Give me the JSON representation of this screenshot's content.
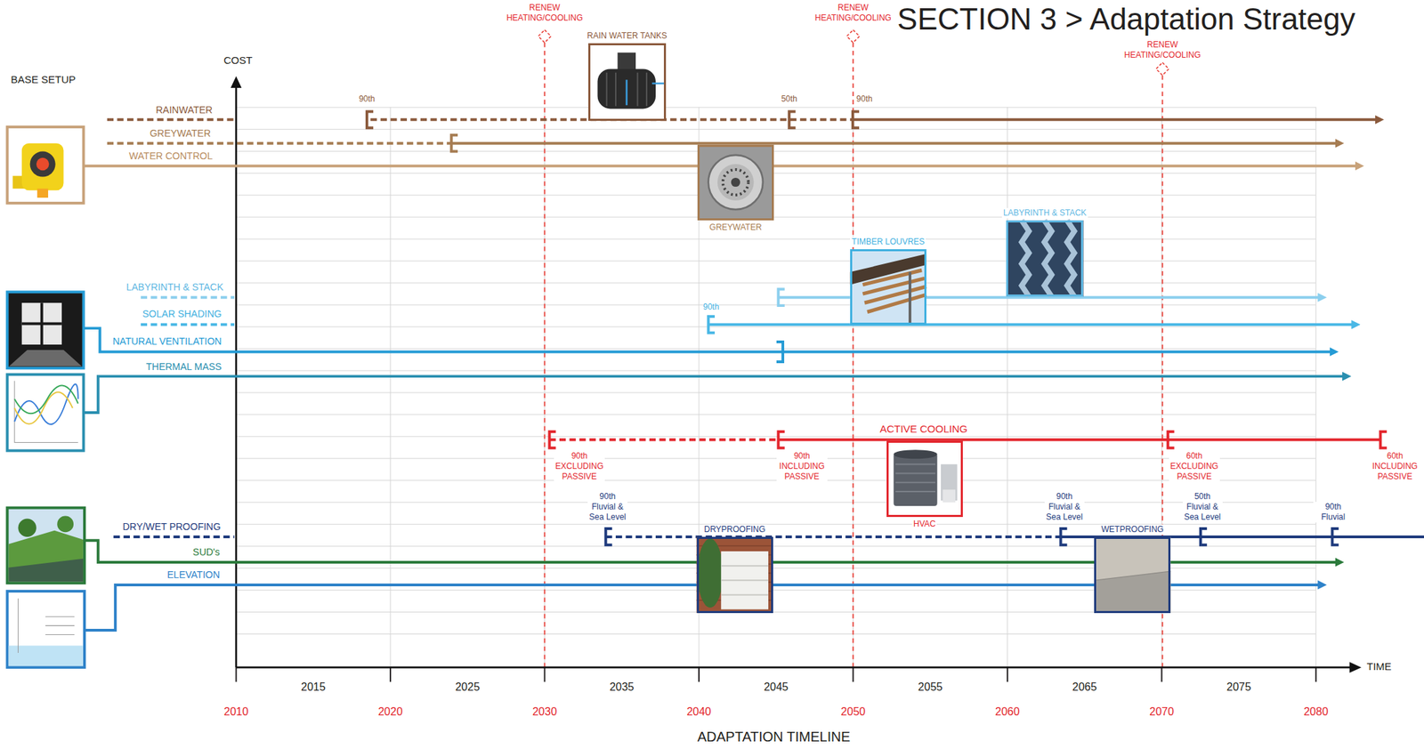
{
  "diagram": {
    "title": "SECTION 3 > Adaptation Strategy",
    "nodes": [
      {
        "text": [
          "RAIN WATER TANKS"
        ]
      },
      {
        "text": [
          "GREYWATER"
        ]
      },
      {
        "text": [
          "TIMBER LOUVRES"
        ]
      },
      {
        "text": [
          "LABYRINTH & STACK"
        ]
      },
      {
        "text": [
          "HVAC"
        ]
      },
      {
        "text": [
          "DRYPROOFING"
        ]
      },
      {
        "text": [
          "WETPROOFING"
        ]
      }
    ],
    "labels": [
      "BASE SETUP",
      "COST",
      "RENEW HEATING/COOLING",
      "RENEW HEATING/COOLING",
      "RENEW HEATING/COOLING",
      "RAINWATER",
      "GREYWATER",
      "WATER CONTROL",
      "90th",
      "50th",
      "90th",
      "LABYRINTH & STACK",
      "SOLAR SHADING",
      "NATURAL VENTILATION",
      "THERMAL MASS",
      "90th",
      "ACTIVE COOLING",
      "90th EXCLUDING PASSIVE",
      "90th INCLUDING PASSIVE",
      "60th EXCLUDING PASSIVE",
      "60th INCLUDING PASSIVE",
      "90th Fluvial & Sea Level",
      "90th Fluvial & Sea Level",
      "50th Fluvial & Sea Level",
      "90th Fluvial",
      "DRY/WET PROOFING",
      "SUD's",
      "ELEVATION",
      "TIME",
      "2015",
      "2025",
      "2035",
      "2045",
      "2055",
      "2065",
      "2075",
      "2010",
      "2020",
      "2030",
      "2040",
      "2050",
      "2060",
      "2070",
      "2080",
      "ADAPTATION TIMELINE"
    ]
  }
}
